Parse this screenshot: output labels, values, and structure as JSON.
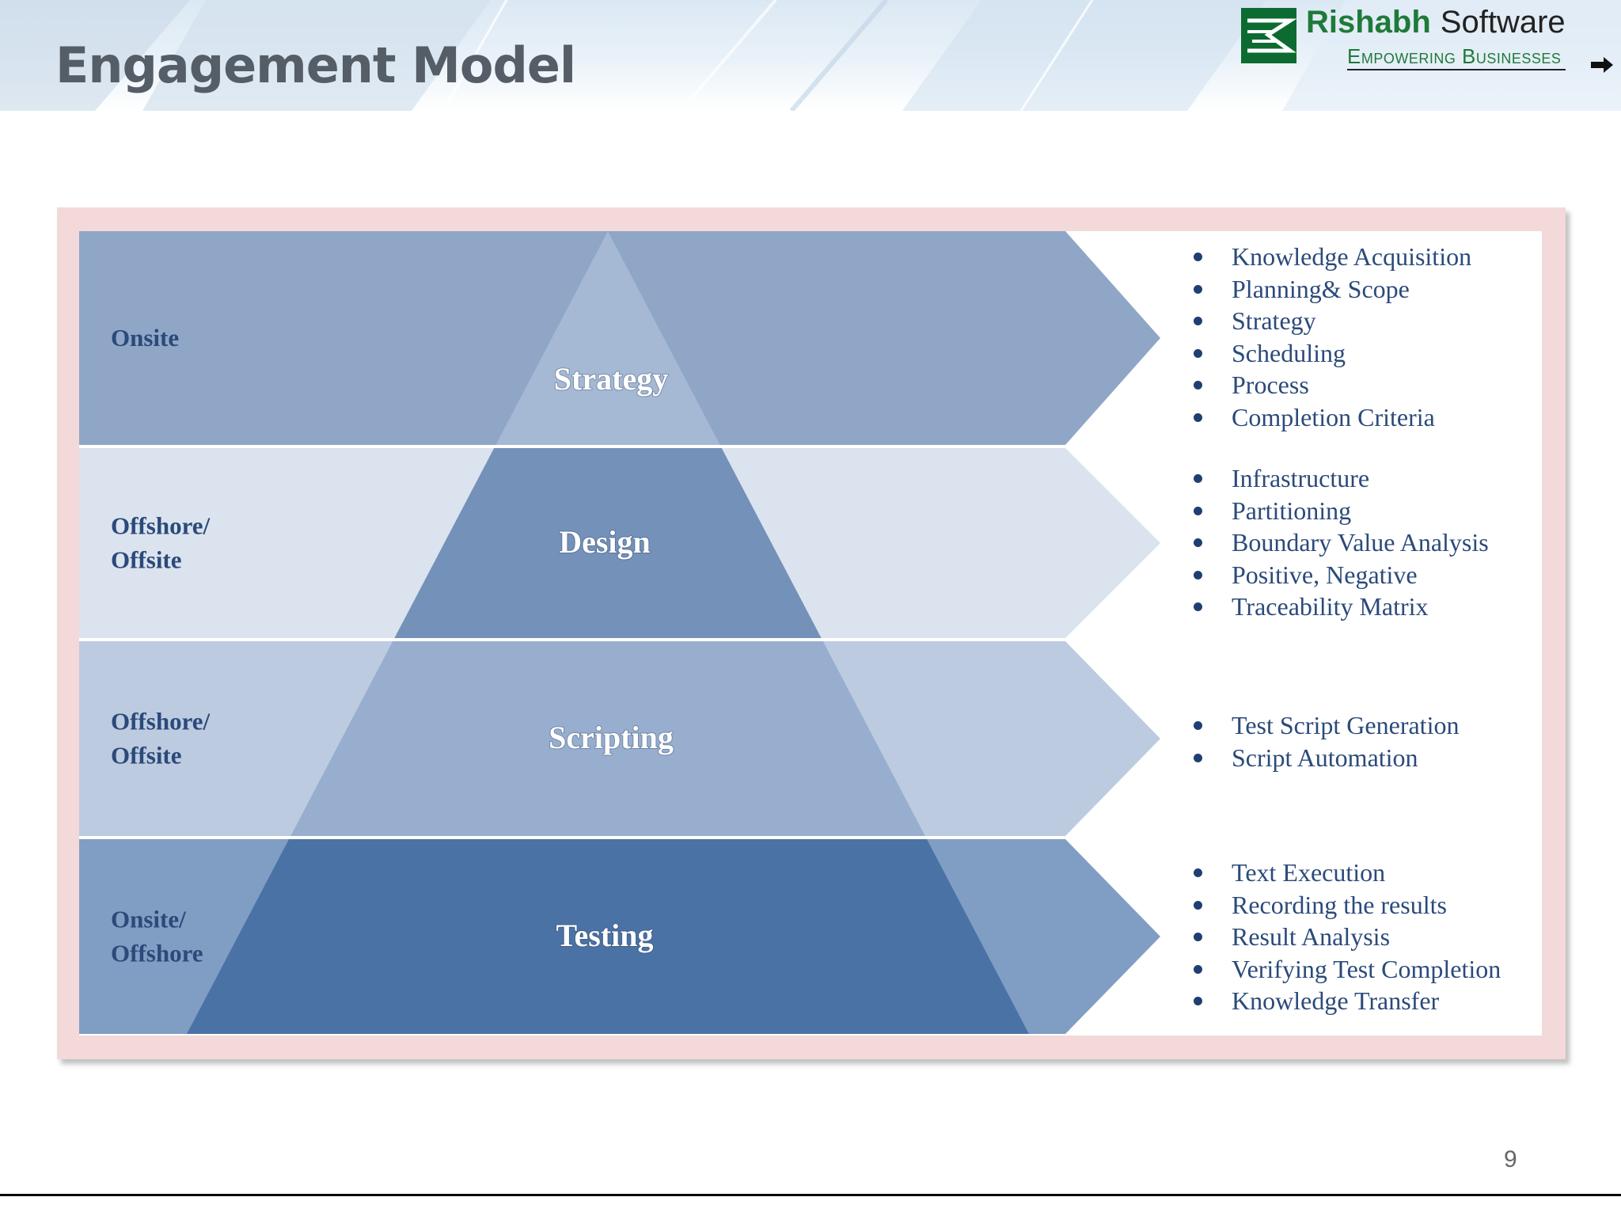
{
  "slide": {
    "title": "Engagement Model",
    "page_number": "9"
  },
  "logo": {
    "brand": "Rishabh",
    "brand_suffix": "Software",
    "tagline": "Empowering Businesses",
    "brand_color": "#1f7a3a"
  },
  "colors": {
    "frame": "#f3d9da",
    "bullet_text": "#2b4a7a",
    "location_text": "#2b4a7a",
    "stage_text": "#ffffff"
  },
  "layers": [
    {
      "location_lines": [
        "Onsite"
      ],
      "stage": "Strategy",
      "band_color": "#8fa6c6",
      "pyramid_color": "#a5b8d4",
      "items": [
        "Knowledge Acquisition",
        "Planning& Scope",
        "Strategy",
        "Scheduling",
        "Process",
        "Completion Criteria"
      ]
    },
    {
      "location_lines": [
        "Offshore/",
        "Offsite"
      ],
      "stage": "Design",
      "band_color": "#dbe3ee",
      "pyramid_color": "#7491ba",
      "items": [
        "Infrastructure",
        "Partitioning",
        "Boundary Value Analysis",
        "Positive, Negative",
        "Traceability  Matrix"
      ]
    },
    {
      "location_lines": [
        "Offshore/",
        "Offsite"
      ],
      "stage": "Scripting",
      "band_color": "#bdcbe0",
      "pyramid_color": "#98aece",
      "items": [
        "Test Script Generation",
        "Script Automation"
      ]
    },
    {
      "location_lines": [
        "Onsite/",
        "Offshore"
      ],
      "stage": "Testing",
      "band_color": "#809dc4",
      "pyramid_color": "#4b72a5",
      "items": [
        "Text Execution",
        "Recording the results",
        "Result Analysis",
        "Verifying Test  Completion",
        "Knowledge Transfer"
      ]
    }
  ]
}
